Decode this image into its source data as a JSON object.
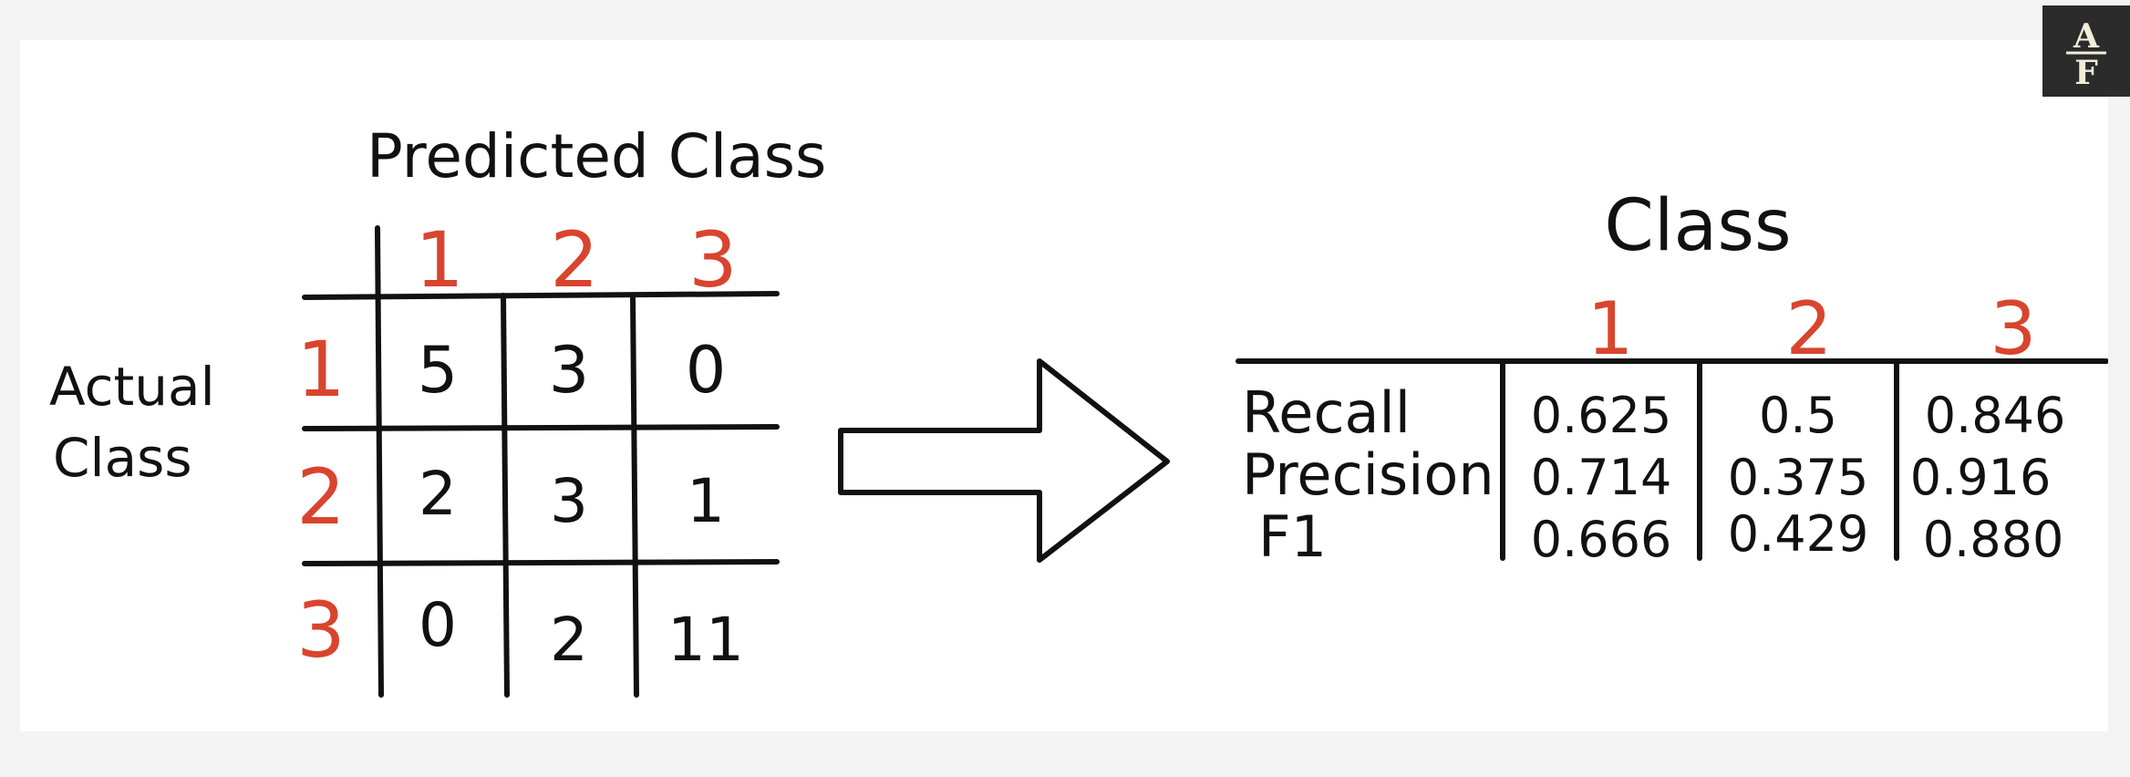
{
  "confusion_matrix": {
    "title": "Predicted Class",
    "row_title_line1": "Actual",
    "row_title_line2": "Class",
    "col_labels": [
      "1",
      "2",
      "3"
    ],
    "row_labels": [
      "1",
      "2",
      "3"
    ],
    "cells": [
      [
        "5",
        "3",
        "0"
      ],
      [
        "2",
        "3",
        "1"
      ],
      [
        "0",
        "2",
        "11"
      ]
    ]
  },
  "metrics_table": {
    "title": "Class",
    "col_labels": [
      "1",
      "2",
      "3"
    ],
    "rows": [
      {
        "label": "Recall",
        "values": [
          "0.625",
          "0.5",
          "0.846"
        ]
      },
      {
        "label": "Precision",
        "values": [
          "0.714",
          "0.375",
          "0.916"
        ]
      },
      {
        "label": "F1",
        "values": [
          "0.666",
          "0.429",
          "0.880"
        ]
      }
    ]
  },
  "logo": {
    "top": "A",
    "bottom": "F"
  },
  "colors": {
    "accent": "#d9442e",
    "ink": "#111111"
  },
  "icons": {
    "arrow": "right-arrow-icon"
  }
}
